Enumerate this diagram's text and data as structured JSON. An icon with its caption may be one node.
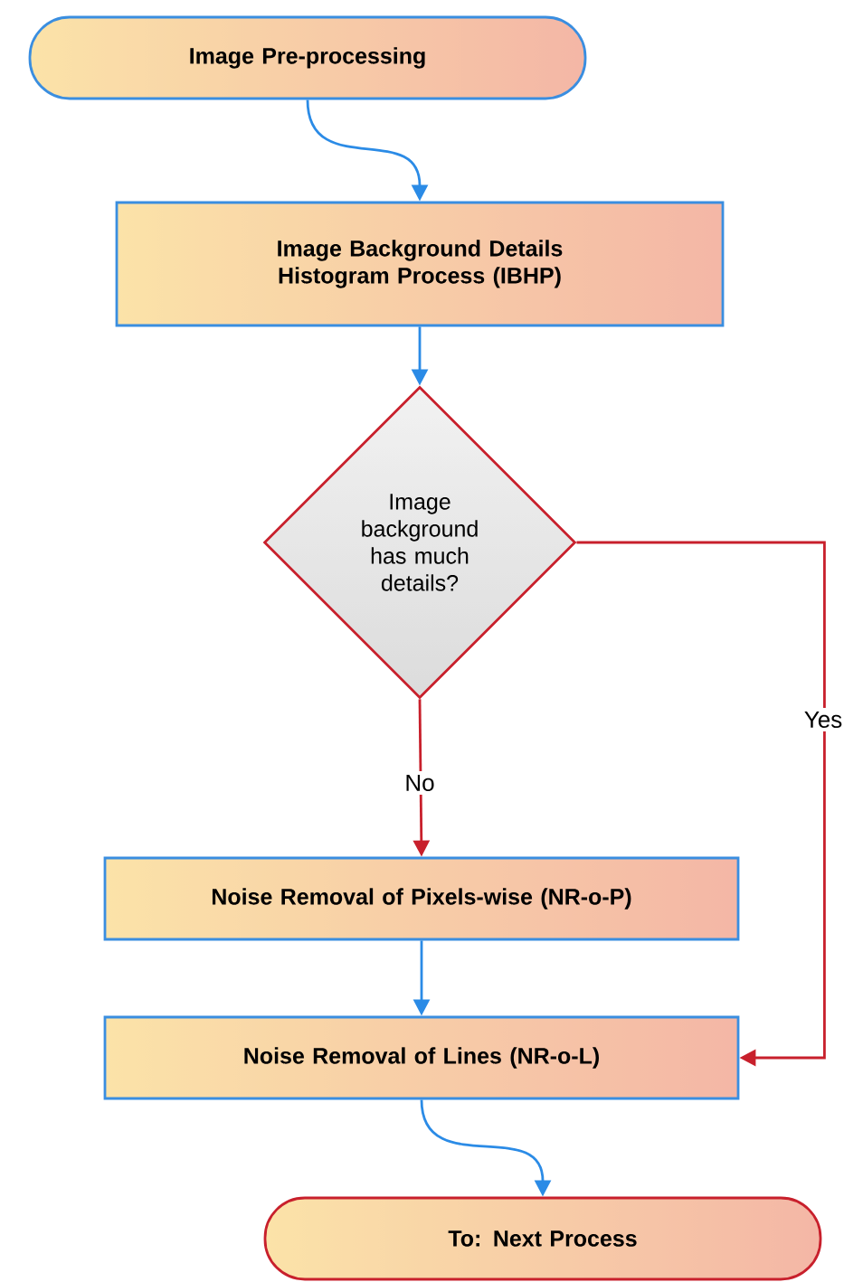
{
  "diagram": {
    "nodes": [
      {
        "text": [
          "Image Pre-processing"
        ]
      },
      {
        "text": [
          "Image Background Details Histogram Process (IBHP)"
        ]
      },
      {
        "text": [
          "Image background has much details?"
        ]
      },
      {
        "text": [
          "Noise Removal of Pixels-wise (NR-o-P)"
        ]
      },
      {
        "text": [
          "Noise Removal of Lines (NR-o-L)"
        ]
      },
      {
        "text": [
          "To: Next Process"
        ]
      }
    ],
    "edges": [
      {
        "from": 0,
        "to": 1,
        "arrow": "to"
      },
      {
        "from": 1,
        "to": 2,
        "arrow": "to"
      },
      {
        "from": 2,
        "to": 3,
        "arrow": "to",
        "label": "No",
        "color": "#c8202c"
      },
      {
        "from": 2,
        "to": 4,
        "arrow": "to",
        "label": "Yes",
        "color": "#c8202c"
      },
      {
        "from": 3,
        "to": 4,
        "arrow": "to"
      },
      {
        "from": 4,
        "to": 5,
        "arrow": "to"
      }
    ]
  }
}
